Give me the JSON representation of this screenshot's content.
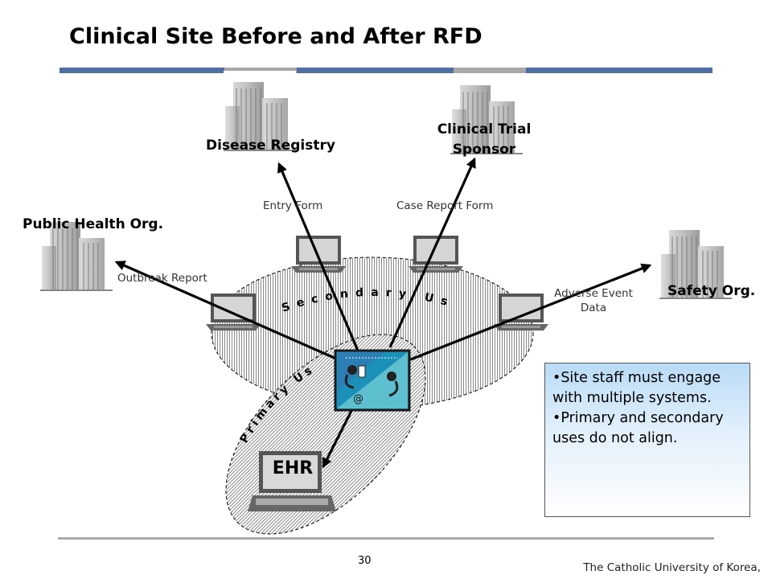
{
  "title": "Clinical Site Before and After RFD",
  "colors": {
    "accent": "#4f6fa3",
    "rule_gray": "#a8a8a8",
    "info_box_top": "#b9dbf6"
  },
  "nodes": {
    "disease_registry": "Disease Registry",
    "clinical_trial_sponsor": [
      "Clinical Trial",
      "Sponsor"
    ],
    "public_health": "Public Health Org.",
    "safety_org": "Safety Org.",
    "ehr": "EHR"
  },
  "flows": {
    "entry_form": "Entry Form",
    "case_report_form": "Case Report Form",
    "outbreak_report": "Outbreak Report",
    "adverse_event": [
      "Adverse Event",
      "Data"
    ]
  },
  "zones": {
    "secondary_uses": "Secondary Uses",
    "primary_use": "Primary Use"
  },
  "info_box": {
    "bullets": [
      [
        "•Site staff must engage",
        "with multiple systems."
      ],
      [
        "•Primary and secondary",
        "uses do not align."
      ]
    ]
  },
  "icons": {
    "building": "building-icon",
    "laptop": "laptop-icon",
    "central_system": "clinical-system-icon"
  },
  "footer": {
    "page_number": "30",
    "organization": "The Catholic University of Korea,"
  }
}
